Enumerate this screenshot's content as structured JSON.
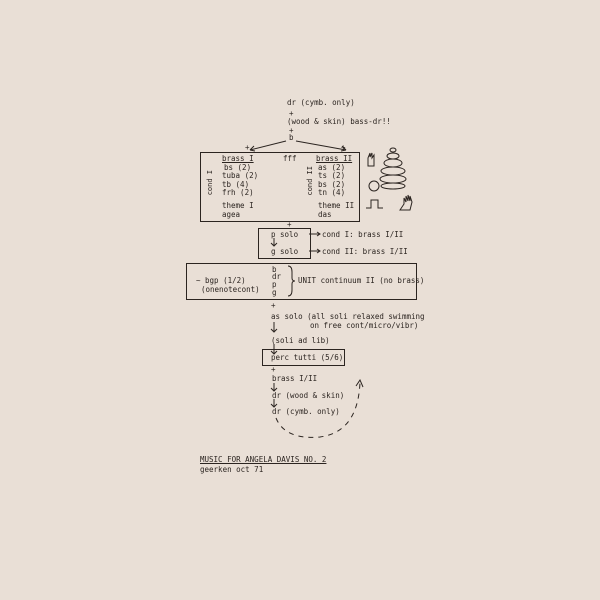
{
  "top": {
    "line1": "dr (cymb. only)",
    "plus1": "+",
    "line2": "(wood & skin) bass-dr!!",
    "plus2": "+",
    "b": "b",
    "plus3": "+",
    "plus4": "+"
  },
  "group_box": {
    "left": {
      "header": "brass I",
      "items": [
        "bs (2)",
        "tuba (2)",
        "tb (4)",
        "frh (2)"
      ],
      "theme": "theme I",
      "tempo": "agea",
      "cond": "cond I"
    },
    "middle": "fff",
    "right": {
      "header": "brass II",
      "items": [
        "as (2)",
        "ts (2)",
        "bs (2)",
        "tn (4)"
      ],
      "theme": "theme II",
      "tempo": "das",
      "cond": "cond II"
    }
  },
  "plus5": "+",
  "solo_box": {
    "p_solo": "p solo",
    "g_solo": "g solo",
    "cond1": "cond I: brass I/II",
    "cond2": "cond II: brass I/II"
  },
  "unit_box": {
    "bgp": "~ bgp (1/2)",
    "onenote": "(onenotecont)",
    "instruments": [
      "b",
      "dr",
      "p",
      "g"
    ],
    "label": "UNIT continuum II (no brass)"
  },
  "sequence": {
    "plus": "+",
    "as_solo": "as solo (all soli relaxed swimming",
    "as_solo_2": "on free cont/micro/vibr)",
    "soli": "(soli ad lib)",
    "perc": "perc tutti (5/6)",
    "plus2": "+",
    "brass": "brass I/II",
    "dr_wood": "dr (wood & skin)",
    "dr_cymb": "dr (cymb. only)"
  },
  "footer": {
    "title": "MUSIC FOR ANGELA DAVIS NO. 2",
    "credit": "geerken oct 71"
  }
}
